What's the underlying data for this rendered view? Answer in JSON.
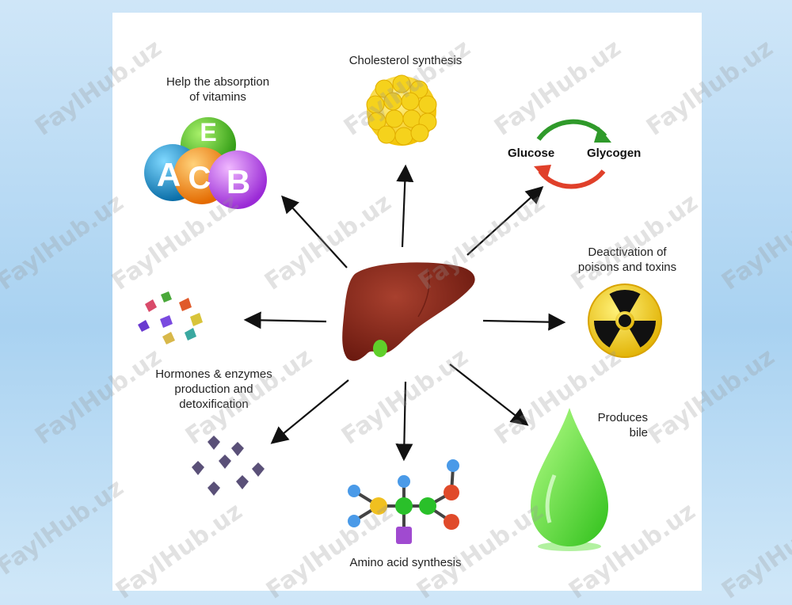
{
  "labels": {
    "vitamins": "Help the absorption\nof vitamins",
    "cholesterol": "Cholesterol synthesis",
    "glucose": "Glucose",
    "glycogen": "Glycogen",
    "deactivation": "Deactivation of\npoisons and toxins",
    "hormones": "Hormones & enzymes\nproduction and\ndetoxification",
    "bile": "Produces\nbile",
    "amino": "Amino acid synthesis"
  },
  "vitamin_letters": {
    "a": "A",
    "c": "C",
    "e": "E",
    "b": "B"
  },
  "watermark_text": "FaylHub.uz",
  "colors": {
    "liver": "#8e2a1c",
    "gallbladder": "#5fcf2a",
    "arrow": "#111111",
    "cycle_green": "#2f9a2a",
    "cycle_red": "#e0402a",
    "hazard_yellow": "#f6d20a",
    "bile_green": "#4fe03a"
  }
}
